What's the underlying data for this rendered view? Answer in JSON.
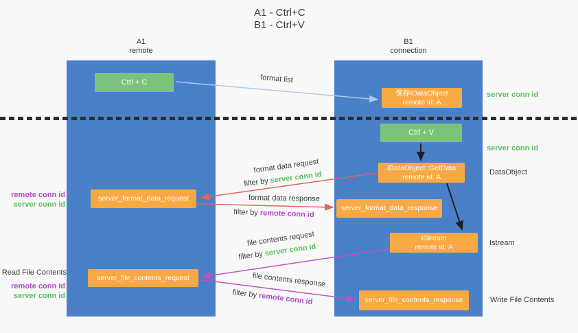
{
  "title": {
    "line1": "A1 - Ctrl+C",
    "line2": "B1 - Ctrl+V"
  },
  "lanes": {
    "left": {
      "name": "A1",
      "subtitle": "remote"
    },
    "right": {
      "name": "B1",
      "subtitle": "connection"
    }
  },
  "nodes": {
    "ctrl_c": {
      "label": "Ctrl + C"
    },
    "ctrl_v": {
      "label": "Ctrl + V"
    },
    "save_idataobject": {
      "line1": "保存IDataObject",
      "line2": "remote id: A"
    },
    "idataobject_getdata": {
      "line1": "IDataObject::GetData",
      "line2": "remote id: A"
    },
    "istream": {
      "line1": "IStream",
      "line2": "remote id: A"
    },
    "server_format_data_request": {
      "label": "server_format_data_request"
    },
    "server_format_data_response": {
      "label": "server_format_data_response"
    },
    "server_file_contents_request": {
      "label": "server_file_contents_request"
    },
    "server_file_contents_response": {
      "label": "server_file_contents_response"
    }
  },
  "arrow_labels": {
    "format_list": "format list",
    "format_data_request": "format data request",
    "format_data_response": "format data response",
    "file_contents_request": "file contents request",
    "file_contents_response": "file contents response",
    "filter_by": "filter by ",
    "server_conn_id": "server conn id",
    "remote_conn_id": "remote conn id"
  },
  "side_labels": {
    "server_conn_id_top": "server conn id",
    "server_conn_id_mid": "server conn id",
    "dataobject": "DataObject",
    "istream": "Istream",
    "write_file_contents": "Write File Contents",
    "read_file_contents": "Read File Contents",
    "remote_conn_id_1": "remote conn id",
    "server_conn_id_1": "server conn id",
    "remote_conn_id_2": "remote conn id",
    "server_conn_id_2": "server conn id"
  },
  "colors": {
    "lane_blue": "#4a80c8",
    "node_green": "#7bc37d",
    "node_orange": "#f9a943",
    "green_text": "#5abf5c",
    "purple_text": "#b04cc8",
    "red_arrow": "#e5645a",
    "magenta_arrow": "#c152c1",
    "blue_arrow": "#a9cdee",
    "black_arrow": "#1f1f1f"
  }
}
